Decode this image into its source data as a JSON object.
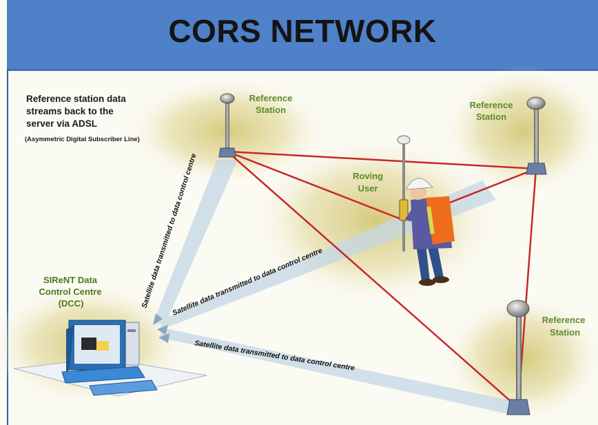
{
  "title": "CORS NETWORK",
  "note": {
    "lines": [
      "Reference station data",
      "streams back to the",
      "server via ADSL"
    ],
    "sub": "(Asymmetric Digital Subscriber Line)"
  },
  "stations": [
    {
      "id": "ref-top-left",
      "line1": "Reference",
      "line2": "Station"
    },
    {
      "id": "ref-top-right",
      "line1": "Reference",
      "line2": "Station"
    },
    {
      "id": "ref-bottom-right",
      "line1": "Reference",
      "line2": "Station"
    }
  ],
  "rover": {
    "line1": "Roving",
    "line2": "User"
  },
  "dcc": {
    "line1": "SIReNT Data",
    "line2": "Control Centre",
    "line3": "(DCC)"
  },
  "streams": [
    "Satellite data transmitted to data control centre",
    "Satellite data transmitted to data control centre",
    "Satellite data transmitted to data control centre"
  ],
  "colors": {
    "banner": "#4f81c8",
    "baseline": "#c62828",
    "label_green": "#5d8b2a",
    "ground_glow": "#d8cf86",
    "stream_beam": "#c4d7e6"
  },
  "icons": [
    "gnss-antenna-icon",
    "surveyor-icon",
    "computer-icon"
  ]
}
